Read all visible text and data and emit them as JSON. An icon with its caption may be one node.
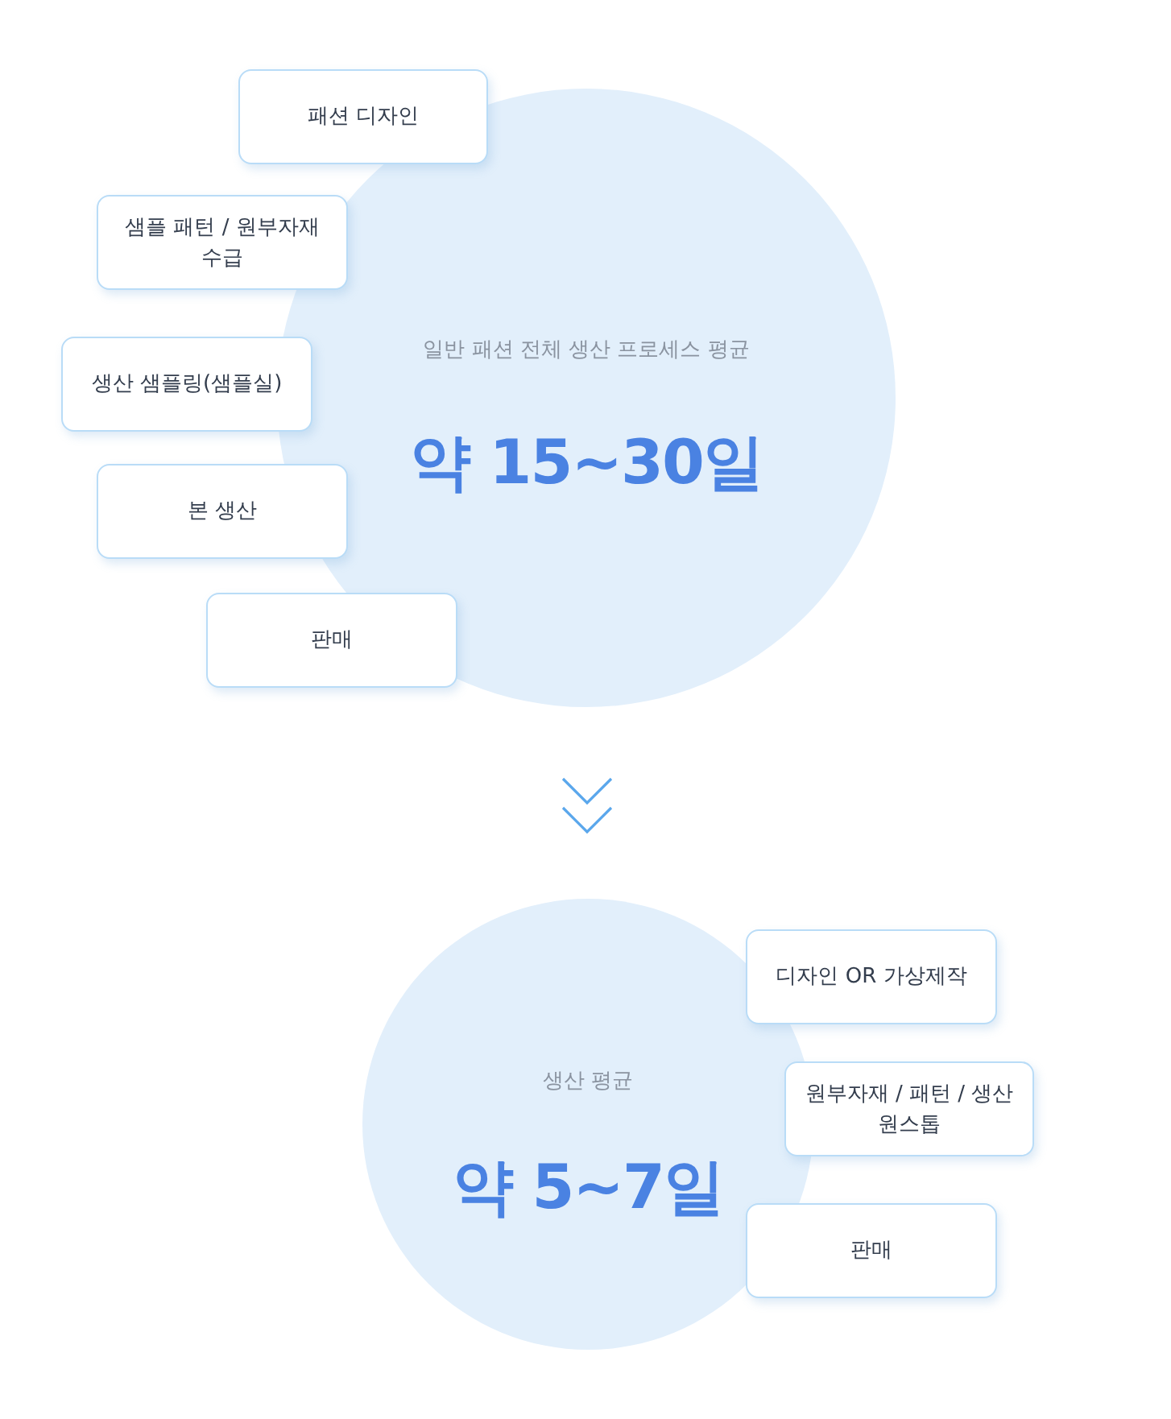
{
  "diagram": {
    "nodes": [
      {
        "text": [
          "일반 패션 전체 생산 프로세스 평균",
          "약 15~30일"
        ]
      },
      {
        "text": [
          "패션 디자인"
        ]
      },
      {
        "text": [
          "샘플 패턴 / 원부자재 수급"
        ]
      },
      {
        "text": [
          "생산 샘플링(샘플실)"
        ]
      },
      {
        "text": [
          "본 생산"
        ]
      },
      {
        "text": [
          "판매"
        ]
      },
      {
        "text": [
          "생산 평균",
          "약 5~7일"
        ]
      },
      {
        "text": [
          "디자인 OR 가상제작"
        ]
      },
      {
        "text": [
          "원부자재 / 패턴 / 생산 원스톱"
        ]
      },
      {
        "text": [
          "판매"
        ]
      }
    ],
    "edges": [
      {
        "from": 0,
        "to": 6,
        "arrow": "to"
      }
    ]
  }
}
